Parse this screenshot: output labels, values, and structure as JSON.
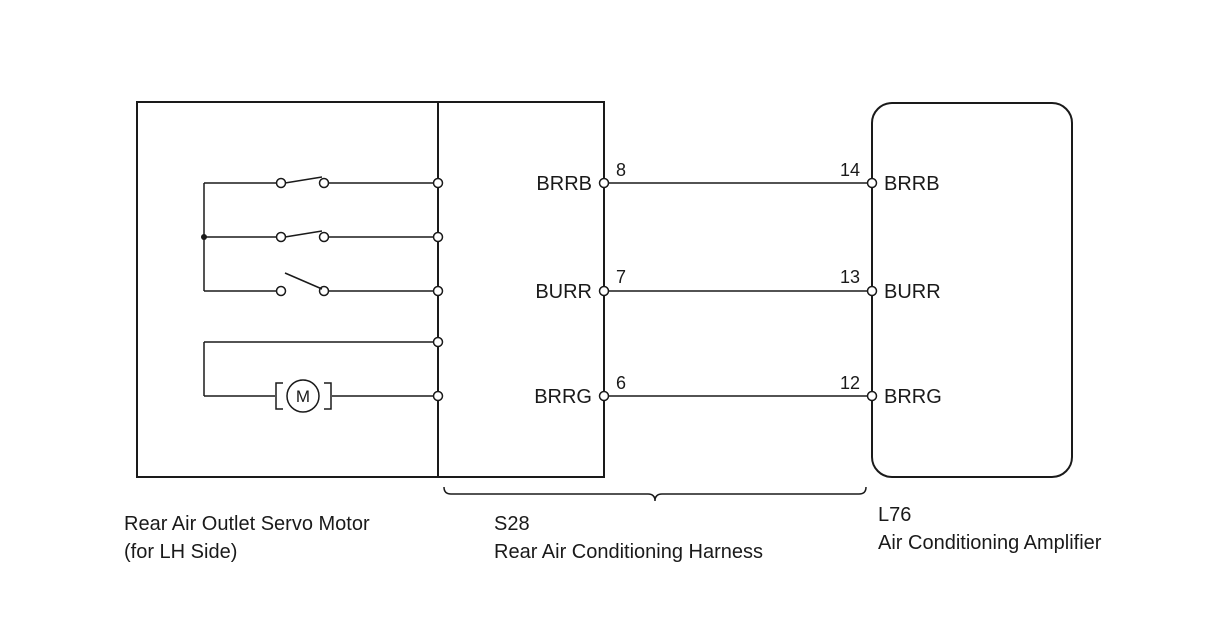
{
  "components": {
    "servo_motor": {
      "name_line1": "Rear Air Outlet Servo Motor",
      "name_line2": "(for LH Side)",
      "motor_symbol": "M"
    },
    "harness": {
      "code": "S28",
      "name": "Rear Air Conditioning Harness"
    },
    "amplifier": {
      "code": "L76",
      "name": "Air Conditioning Amplifier"
    }
  },
  "signals": [
    {
      "name": "BRRB",
      "harness_pin": "8",
      "amp_pin": "14",
      "amp_name": "BRRB"
    },
    {
      "name": "BURR",
      "harness_pin": "7",
      "amp_pin": "13",
      "amp_name": "BURR"
    },
    {
      "name": "BRRG",
      "harness_pin": "6",
      "amp_pin": "12",
      "amp_name": "BRRG"
    }
  ]
}
